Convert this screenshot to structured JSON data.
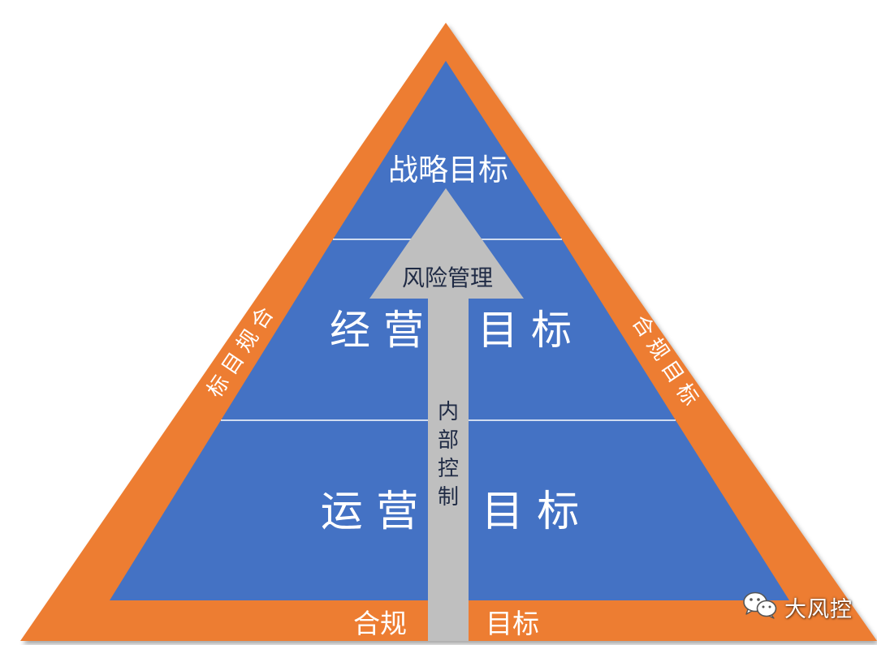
{
  "pyramid": {
    "tiers": {
      "strategic": "战略目标",
      "business": [
        "经 营",
        "目 标"
      ],
      "operations": [
        "运 营",
        "目 标"
      ]
    },
    "arrow": {
      "head_label": "风险管理",
      "shaft_label": [
        "内",
        "部",
        "控",
        "制"
      ]
    },
    "compliance": {
      "left": [
        "合",
        "规",
        "目",
        "标"
      ],
      "right": [
        "合",
        "规",
        "目",
        "标"
      ],
      "bottom": [
        "合规",
        "目标"
      ]
    }
  },
  "watermark": {
    "text": "大风控",
    "icon": "wechat-icon"
  },
  "colors": {
    "compliance_border": "#ED7D31",
    "tier_fill": "#4472C4",
    "arrow_fill": "#BFBFBF",
    "tier_divider": "#ffffff"
  }
}
